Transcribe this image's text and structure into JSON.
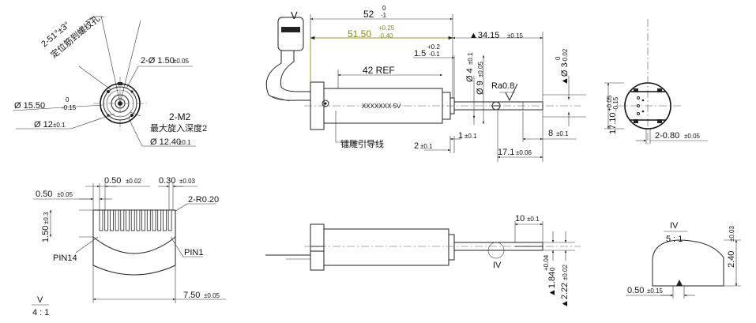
{
  "end_view": {
    "angle_main": "2-51°±3°",
    "angle_note": "定位筋到螺纹孔",
    "hole_dim": "2-Ø 1.50",
    "hole_tol": "±0.05",
    "dia_15_50": "Ø 15.50",
    "dia_15_50_upper": "0",
    "dia_15_50_lower": "-0.15",
    "dia_12": "Ø 12",
    "dia_12_tol": "±0.1",
    "thread": "2-M2",
    "thread_note": "最大旋入深度2",
    "dia_12_40": "Ø 12.40",
    "dia_12_40_tol": "±0.1"
  },
  "side_view": {
    "view_label": "V",
    "len_52": "52",
    "len_52_upper": "0",
    "len_52_lower": "-1",
    "len_51_50": "51.50",
    "len_51_50_upper": "+0.25",
    "len_51_50_lower": "-0.40",
    "len_34_15": "▲34.15",
    "len_34_15_tol": "±0.15",
    "len_1_5": "1.5",
    "len_1_5_upper": "+0.2",
    "len_1_5_lower": "-0.1",
    "ref_42": "42 REF",
    "dia_4": "Ø 4",
    "dia_4_tol": "±0.1",
    "dia_9": "Ø 9",
    "dia_9_tol": "±0.05",
    "roughness": "Ra0.8",
    "shaft_dia": "▲Ø 3",
    "shaft_dia_upper": "0",
    "shaft_dia_lower": "-0.02",
    "marking": "XXXXXXX 5V",
    "lead_note": "镭雕引导线",
    "len_1": "1",
    "len_1_tol": "±0.1",
    "len_2": "2",
    "len_2_tol": "±0.1",
    "len_8": "8",
    "len_8_tol": "±0.1",
    "len_17_1": "17.1",
    "len_17_1_tol": "±0.06"
  },
  "right_view": {
    "height": "17.10",
    "height_upper": "+0.05",
    "height_lower": "-0.15",
    "slot": "2-0.80",
    "slot_tol": "±0.05"
  },
  "detail_v": {
    "pitch": "0.50",
    "pitch_tol": "±0.02",
    "pad_width": "0.30",
    "pad_tol": "±0.03",
    "left_gap": "0.50",
    "left_gap_tol": "±0.05",
    "radius": "2-R0.20",
    "pad_len": "1.50",
    "pad_len_tol": "±0.3",
    "pin14": "PIN14",
    "pin1": "PIN1",
    "total_width": "7.50",
    "total_width_tol": "±0.05",
    "view_name": "V",
    "scale": "4 : 1"
  },
  "bottom_view": {
    "len_10": "10",
    "len_10_tol": "±0.1",
    "detail_ref": "IV",
    "dim_1_84": "▲1.84",
    "dim_1_84_upper": "+0.04",
    "dim_1_84_lower": "0",
    "dim_2_22": "▲2.22",
    "dim_2_22_tol": "±0.02"
  },
  "detail_iv": {
    "view_name": "IV",
    "scale": "5 : 1",
    "height": "2.40",
    "height_tol": "±0.03",
    "width": "0.50",
    "width_tol": "±0.15"
  }
}
